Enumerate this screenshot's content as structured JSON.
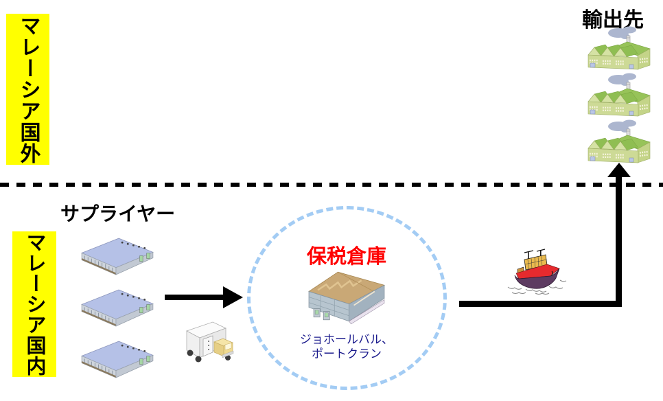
{
  "regions": {
    "outside": {
      "label": "マレーシア国外"
    },
    "inside": {
      "label": "マレーシア国内"
    },
    "bg_color": "#FFFF00",
    "divider_style": "dashed",
    "divider_color": "#000000"
  },
  "supplier": {
    "label": "サプライヤー",
    "warehouse_count": 3
  },
  "bonded_warehouse": {
    "title": "保税倉庫",
    "title_color": "#FF0000",
    "location_line1": "ジョホールバル、",
    "location_line2": "ポートクラン",
    "location_color": "#1A1A8C",
    "circle_color": "#A3CCF4"
  },
  "export": {
    "label": "輸出先",
    "factory_count": 3
  },
  "icons": {
    "supplier_building": "warehouse-icon",
    "domestic_transport": "truck-icon",
    "bonded_building": "warehouse-icon",
    "sea_transport": "cargo-ship-icon",
    "destination_building": "factory-icon"
  },
  "arrows": {
    "color": "#000000",
    "supplier_to_bonded": "left-to-right",
    "bonded_to_export": "right-then-up-across-border"
  }
}
